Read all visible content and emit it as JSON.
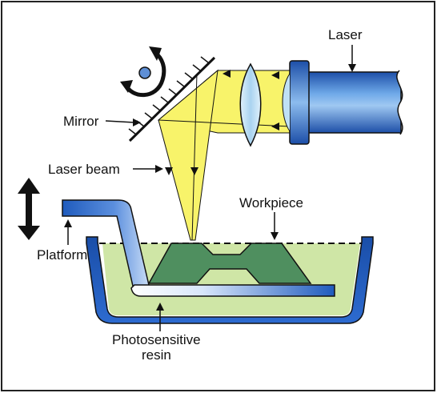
{
  "labels": {
    "laser": "Laser",
    "mirror": "Mirror",
    "laser_beam": "Laser beam",
    "workpiece": "Workpiece",
    "platform": "Platform",
    "resin_line1": "Photosensitive",
    "resin_line2": "resin"
  },
  "icons": [
    "rotation-icon",
    "vertical-motion-arrow-icon"
  ],
  "colors": {
    "laser_blue": "#2a6fc8",
    "beam_yellow": "#f8f36a",
    "resin_green": "#cfe6a6",
    "workpiece_green": "#4f8f5f",
    "lens_blue": "#bfe0f5",
    "outline": "#111111"
  }
}
